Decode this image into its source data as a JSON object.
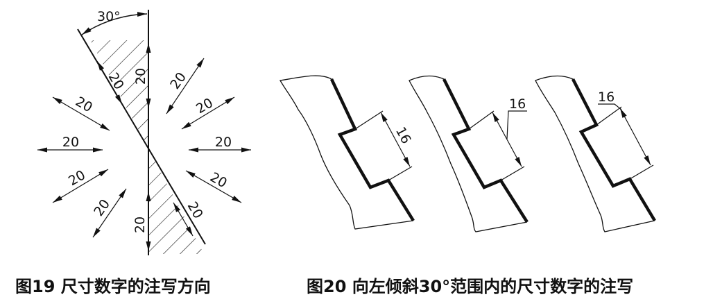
{
  "figure19": {
    "caption": "图19 尺寸数字的注写方向",
    "angle_label": "30°",
    "dims": [
      {
        "id": "d-upper-hatch",
        "text": "20"
      },
      {
        "id": "d-upper-vertical",
        "text": "20"
      },
      {
        "id": "d-right-1",
        "text": "20"
      },
      {
        "id": "d-right-2",
        "text": "20"
      },
      {
        "id": "d-right-3",
        "text": "20"
      },
      {
        "id": "d-right-4",
        "text": "20"
      },
      {
        "id": "d-left-1",
        "text": "20"
      },
      {
        "id": "d-left-2",
        "text": "20"
      },
      {
        "id": "d-left-3",
        "text": "20"
      },
      {
        "id": "d-left-4",
        "text": "20"
      },
      {
        "id": "d-lower-vertical",
        "text": "20"
      },
      {
        "id": "d-lower-hatch",
        "text": "20"
      }
    ]
  },
  "figure20": {
    "caption": "图20 向左倾斜30°范围内的尺寸数字的注写",
    "views": [
      {
        "id": "view-a",
        "text": "16"
      },
      {
        "id": "view-b",
        "text": "16"
      },
      {
        "id": "view-c",
        "text": "16"
      }
    ]
  }
}
